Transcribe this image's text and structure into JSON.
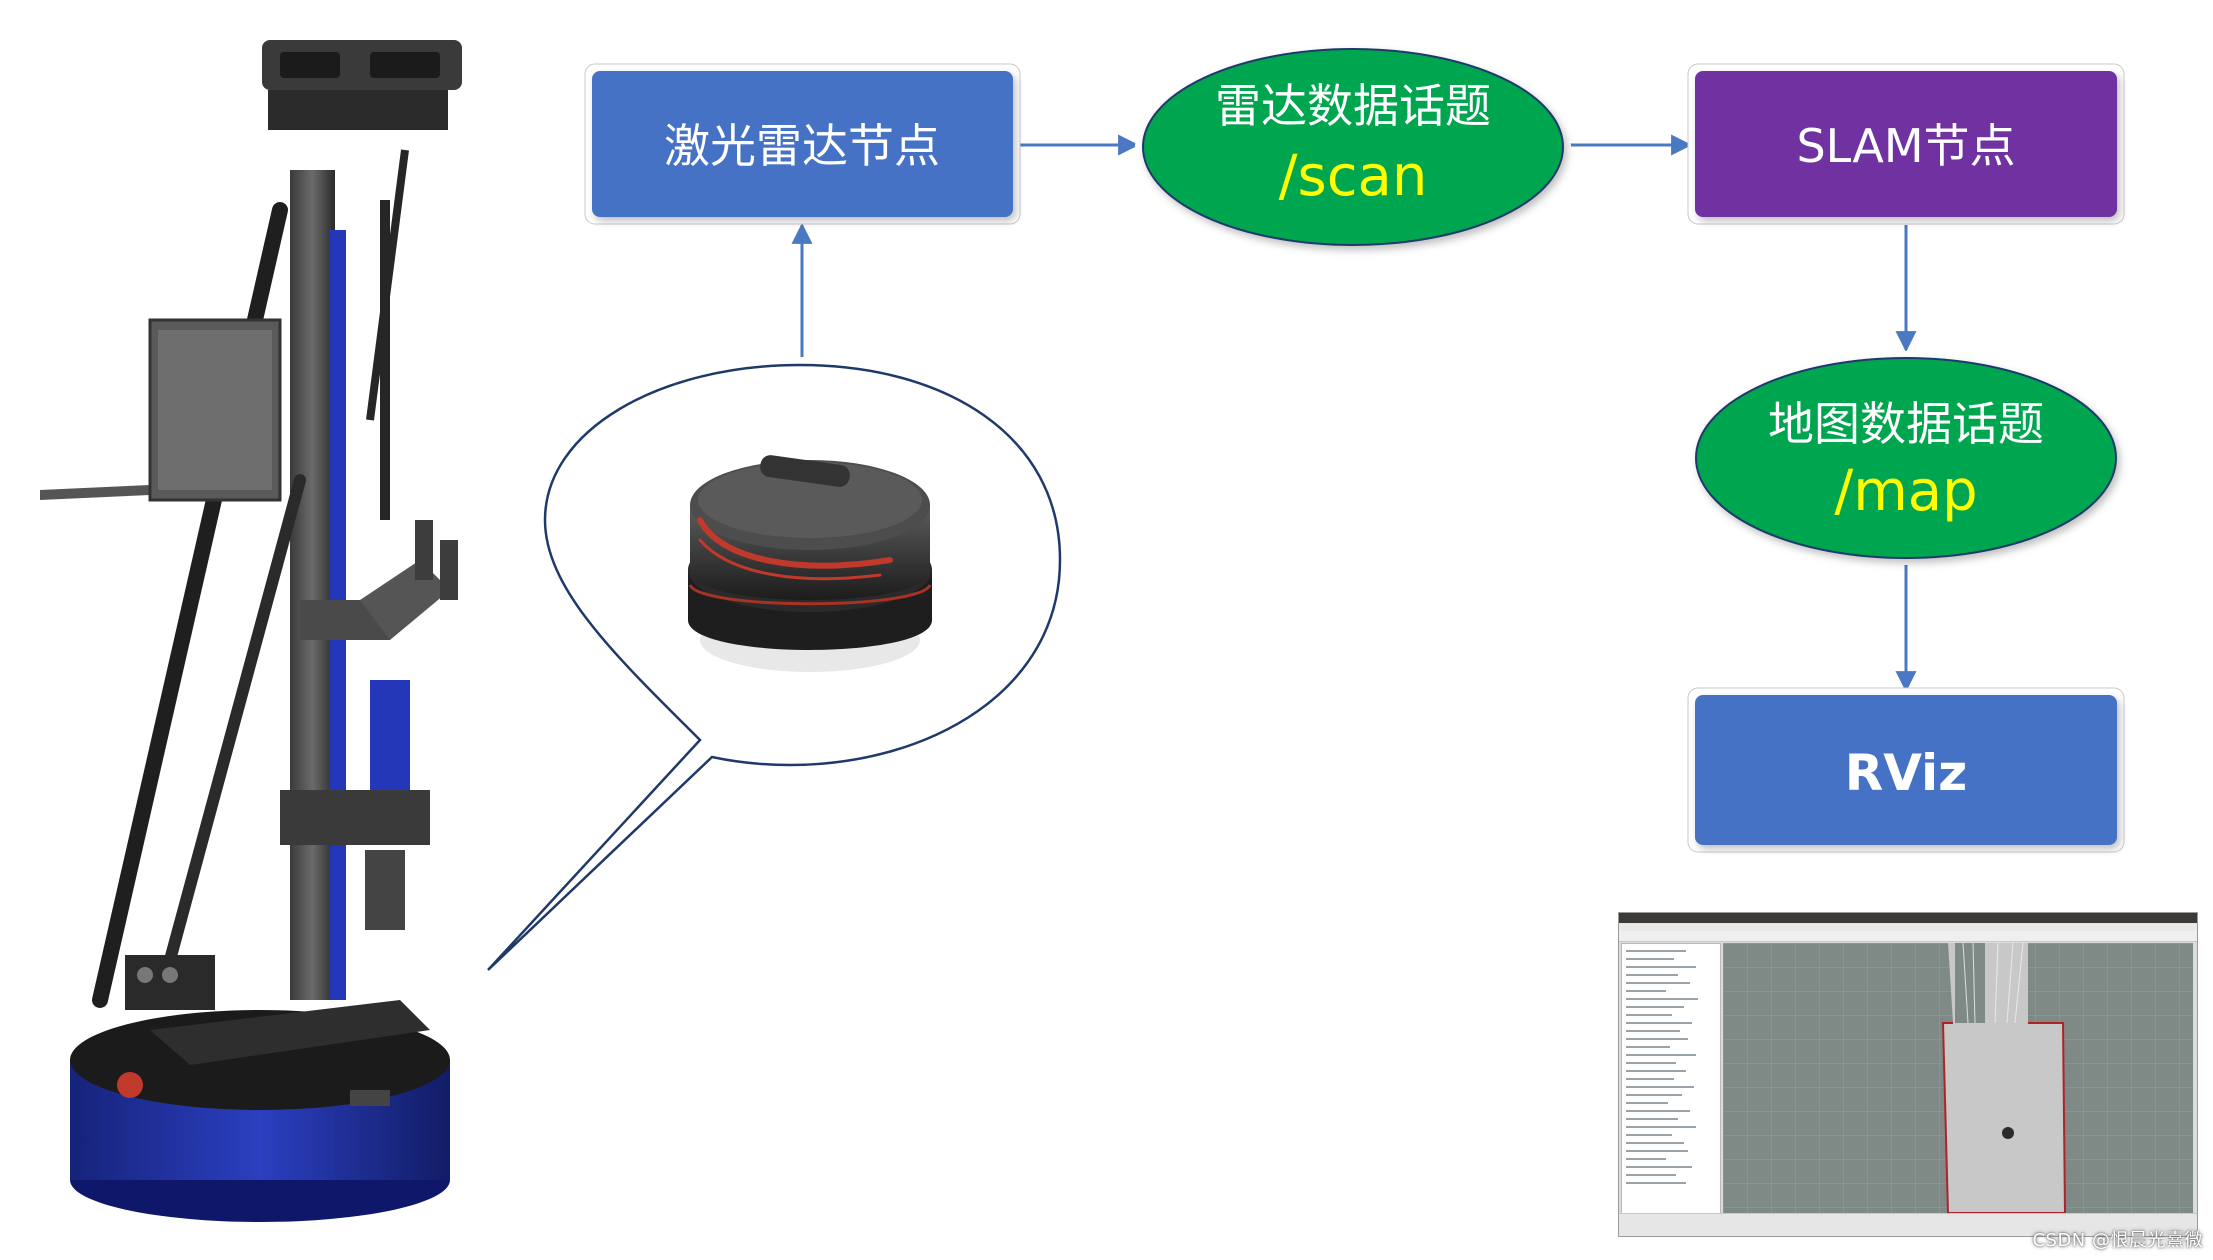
{
  "nodes": {
    "lidar_node": {
      "label": "激光雷达节点",
      "fill": "#4472c4"
    },
    "scan_topic": {
      "label": "雷达数据话题",
      "sublabel": "/scan",
      "fill": "#00a650"
    },
    "slam_node": {
      "label": "SLAM节点",
      "fill": "#7030a0"
    },
    "map_topic": {
      "label": "地图数据话题",
      "sublabel": "/map",
      "fill": "#00a650"
    },
    "rviz_node": {
      "label": "RViz",
      "fill": "#4472c4"
    }
  },
  "colors": {
    "arrow": "#4a78c2",
    "topic_sublabel": "#ffff00",
    "node_text": "#ffffff",
    "robot_base": "#1f2f9c",
    "lidar_red": "#c0392b"
  },
  "illustrations": {
    "robot": "mobile-manipulator-robot",
    "callout_lidar": "2d-lidar-sensor",
    "rviz_screenshot": "rviz-map-view"
  },
  "watermark": "CSDN @恨晨光熹微"
}
